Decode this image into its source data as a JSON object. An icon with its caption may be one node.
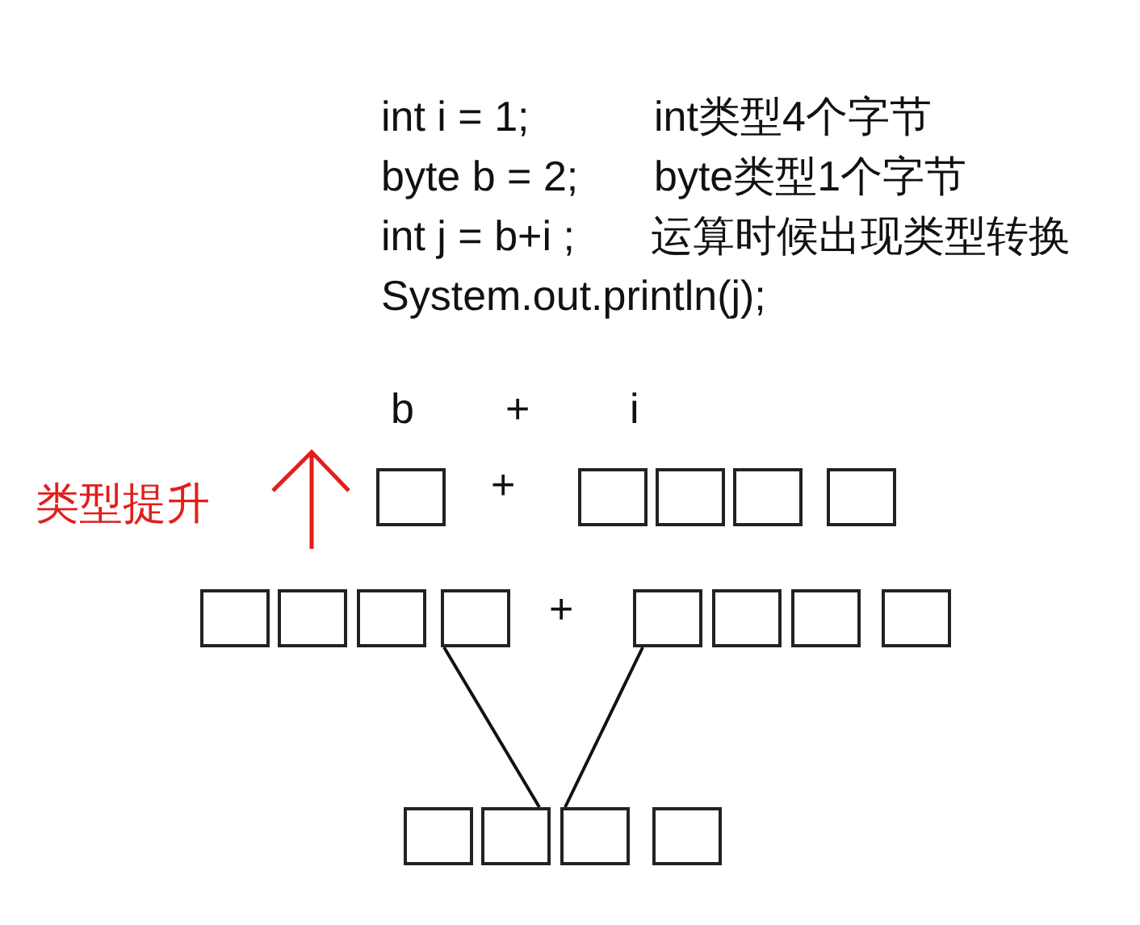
{
  "diagram": {
    "nodes": [
      {
        "text": [],
        "shape": "box"
      },
      {
        "text": [],
        "shape": "box"
      },
      {
        "text": [],
        "shape": "box"
      },
      {
        "text": [],
        "shape": "box"
      },
      {
        "text": [],
        "shape": "box"
      },
      {
        "text": [],
        "shape": "box"
      },
      {
        "text": [],
        "shape": "box"
      },
      {
        "text": [],
        "shape": "box"
      },
      {
        "text": [],
        "shape": "box"
      },
      {
        "text": [],
        "shape": "box"
      },
      {
        "text": [],
        "shape": "box"
      },
      {
        "text": [],
        "shape": "box"
      },
      {
        "text": [],
        "shape": "box"
      },
      {
        "text": [],
        "shape": "box"
      },
      {
        "text": [],
        "shape": "box"
      },
      {
        "text": [],
        "shape": "box"
      },
      {
        "text": [],
        "shape": "box"
      }
    ],
    "edges": [
      {
        "from": 8,
        "to": 14,
        "arrow": "none"
      },
      {
        "from": 9,
        "to": 15,
        "arrow": "none"
      }
    ],
    "labels": [
      "int i = 1;",
      "int类型4个字节",
      "byte b = 2;",
      "byte类型1个字节",
      "int j = b+i ;",
      "运算时候出现类型转换",
      "System.out.println(j);",
      "b",
      "+",
      "i",
      "类型提升",
      "+",
      "+"
    ]
  }
}
